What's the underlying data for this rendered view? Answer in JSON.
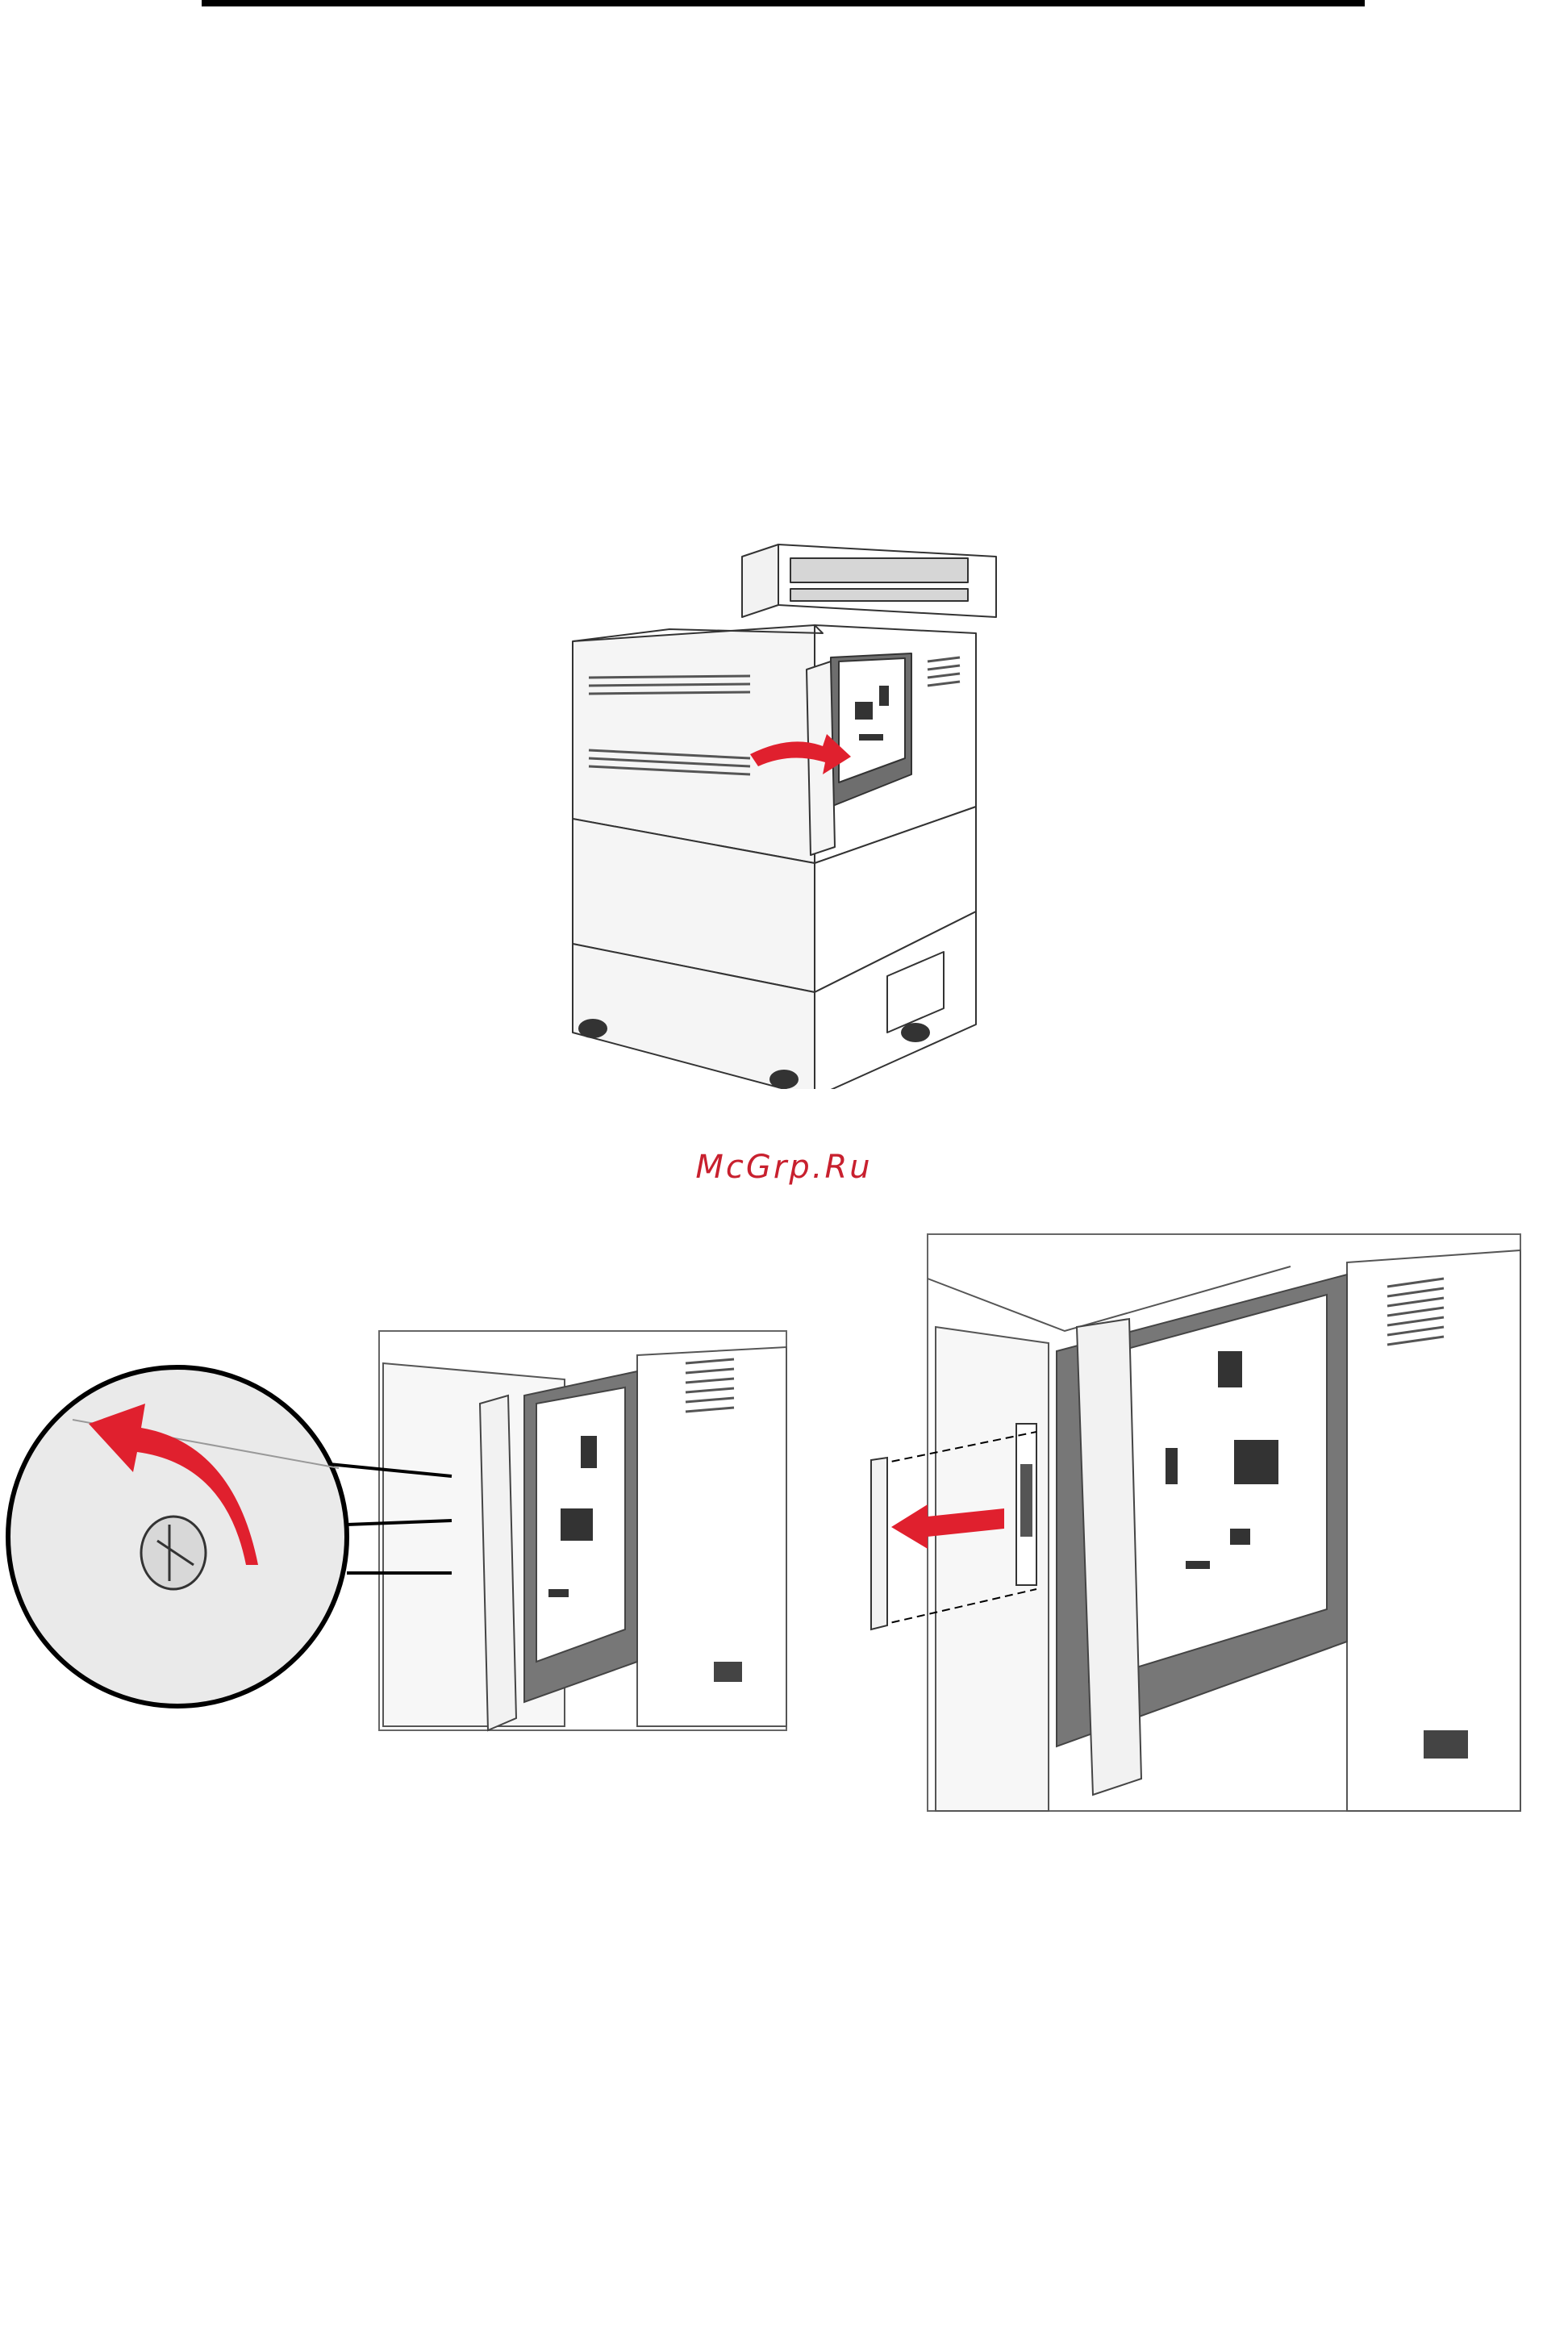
{
  "watermark": {
    "text": "McGrp.Ru",
    "color": "#c8202e"
  },
  "figures": [
    {
      "icon": "printer-illustration",
      "arrow_color": "#e0202e"
    },
    {
      "icon": "screw-loosen-illustration",
      "arrow_color": "#e0202e"
    },
    {
      "icon": "remove-cover-plate-illustration",
      "arrow_color": "#e0202e"
    }
  ]
}
